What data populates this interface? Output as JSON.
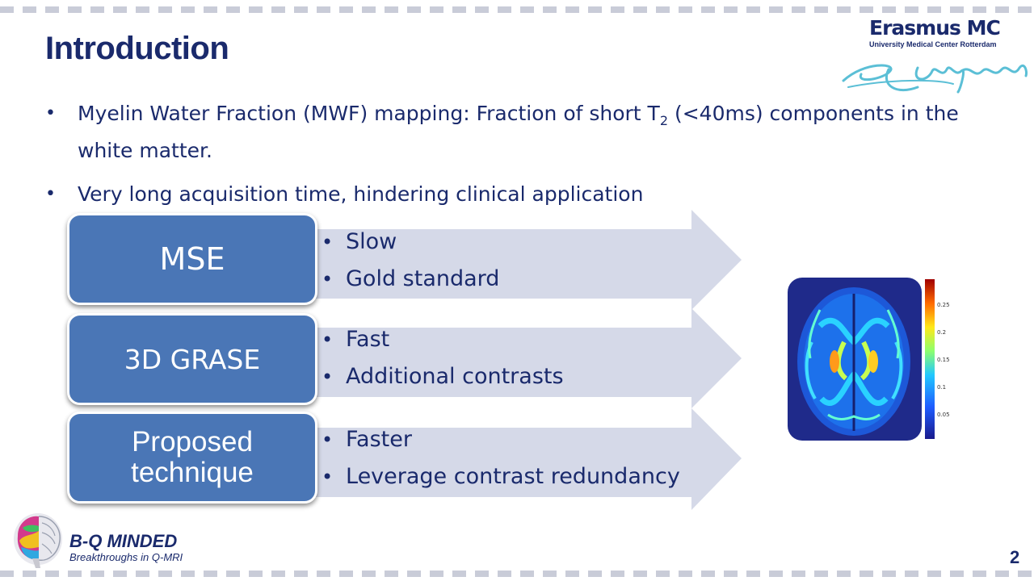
{
  "slide": {
    "title": "Introduction",
    "page_number": "2"
  },
  "logo": {
    "name": "Erasmus MC",
    "subtitle": "University Medical Center Rotterdam"
  },
  "bullets": [
    {
      "text_before": "Myelin Water Fraction (MWF) mapping: Fraction of short T",
      "subscript": "2",
      "text_after": " (<40ms) components in the white matter."
    },
    {
      "text": "Very long acquisition time, hindering clinical application"
    }
  ],
  "techniques": [
    {
      "name": "MSE",
      "points": [
        "Slow",
        "Gold standard"
      ]
    },
    {
      "name": "3D GRASE",
      "points": [
        "Fast",
        "Additional contrasts"
      ]
    },
    {
      "name": "Proposed technique",
      "name_line1": "Proposed",
      "name_line2": "technique",
      "points": [
        "Faster",
        "Leverage contrast redundancy"
      ]
    }
  ],
  "mwf_map": {
    "colorbar_ticks": [
      "0.25",
      "0.2",
      "0.15",
      "0.1",
      "0.05"
    ]
  },
  "footer": {
    "brand": "B-Q MINDED",
    "tagline": "Breakthroughs in Q-MRI"
  },
  "colors": {
    "title": "#1a2a6c",
    "box_fill": "#4a76b6",
    "arrow_fill": "#d5d9e8"
  },
  "bullet_glyph": "•"
}
